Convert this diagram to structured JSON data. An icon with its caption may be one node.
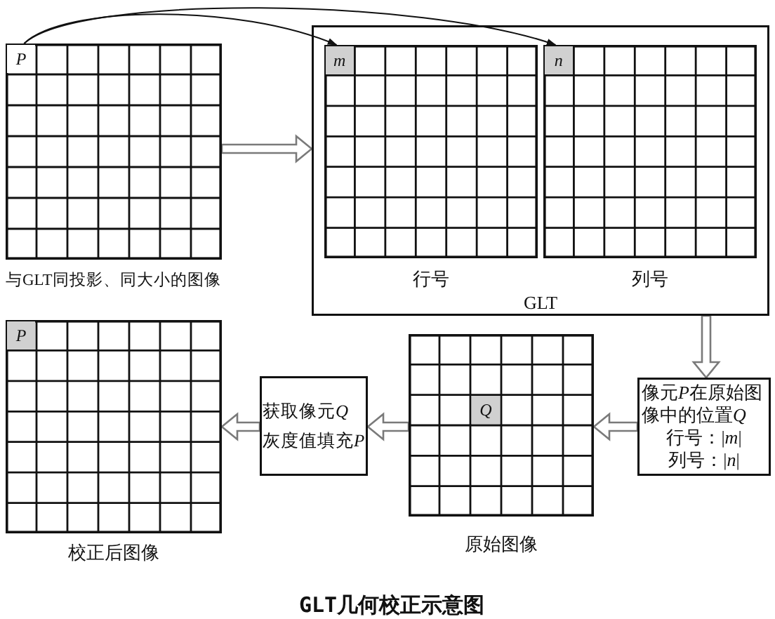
{
  "diagram": {
    "caption": "GLT几何校正示意图",
    "nodes": [
      {
        "text": [
          "与GLT同投影、同大小的图像"
        ]
      },
      {
        "text": [
          "P"
        ],
        "in": 0
      },
      {
        "text": [
          "GLT"
        ]
      },
      {
        "text": [
          "行号"
        ],
        "in": 2
      },
      {
        "text": [
          "m"
        ],
        "in": 3
      },
      {
        "text": [
          "列号"
        ],
        "in": 2
      },
      {
        "text": [
          "n"
        ],
        "in": 5
      },
      {
        "text": [
          "像元P在原始图像中的位置Q",
          "行号：|m|",
          "列号：|n|"
        ]
      },
      {
        "text": [
          "原始图像"
        ]
      },
      {
        "text": [
          "Q"
        ],
        "in": 8
      },
      {
        "text": [
          "获取像元Q灰度值填充P"
        ]
      },
      {
        "text": [
          "校正后图像"
        ]
      },
      {
        "text": [
          "P"
        ],
        "in": 11
      }
    ],
    "edges": [
      {
        "from": 1,
        "to": 4,
        "arrow": "to"
      },
      {
        "from": 1,
        "to": 6,
        "arrow": "to"
      },
      {
        "from": 0,
        "to": 2,
        "arrow": "to",
        "style": "thick"
      },
      {
        "from": 2,
        "to": 7,
        "arrow": "to",
        "style": "thick"
      },
      {
        "from": 7,
        "to": 8,
        "arrow": "to",
        "style": "thick"
      },
      {
        "from": 8,
        "to": 10,
        "arrow": "to",
        "style": "thick"
      },
      {
        "from": 10,
        "to": 11,
        "arrow": "to",
        "style": "thick"
      }
    ]
  }
}
